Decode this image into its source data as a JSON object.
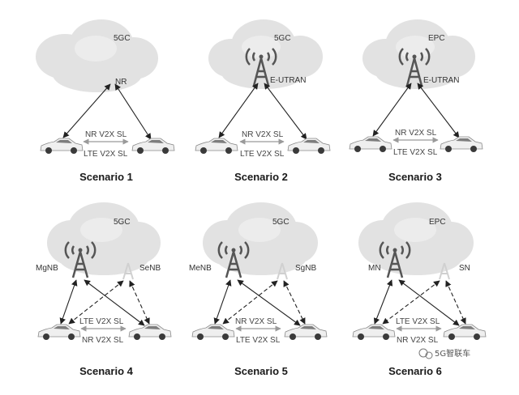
{
  "scenarios": [
    {
      "caption": "Scenario 1",
      "core": "5GC",
      "node_center": "NR",
      "node_left": "",
      "node_right": "",
      "sl_top": "NR V2X SL",
      "sl_bottom": "LTE V2X SL"
    },
    {
      "caption": "Scenario 2",
      "core": "5GC",
      "node_center": "E-UTRAN",
      "node_left": "",
      "node_right": "",
      "sl_top": "NR V2X SL",
      "sl_bottom": "LTE V2X SL"
    },
    {
      "caption": "Scenario 3",
      "core": "EPC",
      "node_center": "E-UTRAN",
      "node_left": "",
      "node_right": "",
      "sl_top": "NR V2X SL",
      "sl_bottom": "LTE V2X SL"
    },
    {
      "caption": "Scenario 4",
      "core": "5GC",
      "node_center": "",
      "node_left": "MgNB",
      "node_right": "SeNB",
      "sl_top": "LTE V2X SL",
      "sl_bottom": "NR V2X SL"
    },
    {
      "caption": "Scenario 5",
      "core": "5GC",
      "node_center": "",
      "node_left": "MeNB",
      "node_right": "SgNB",
      "sl_top": "NR V2X SL",
      "sl_bottom": "LTE V2X SL"
    },
    {
      "caption": "Scenario 6",
      "core": "EPC",
      "node_center": "",
      "node_left": "MN",
      "node_right": "SN",
      "sl_top": "LTE V2X SL",
      "sl_bottom": "NR V2X SL"
    }
  ],
  "watermark": "5G智联车",
  "colors": {
    "cloud": "#e2e2e2",
    "tower": "#555555",
    "secondary_tower": "#d0d0d0",
    "link": "#222222"
  }
}
